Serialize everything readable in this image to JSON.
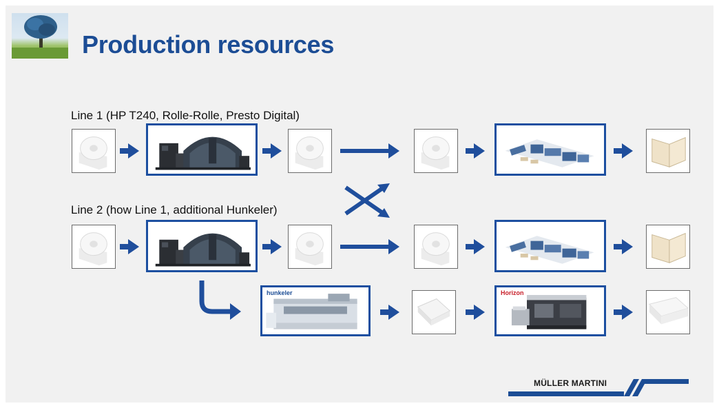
{
  "slide": {
    "title": "Production resources"
  },
  "line1": {
    "label": "Line 1 (HP T240, Rolle-Rolle, Presto Digital)"
  },
  "line2": {
    "label": "Line 2 (how Line 1, additional Hunkeler)"
  },
  "machines": {
    "hunkeler_brand": "hunkeler",
    "horizon_brand": "Horizon"
  },
  "logo": {
    "text": "MÜLLER MARTINI"
  },
  "colors": {
    "accent": "#1c4d95",
    "box_border": "#1c4fa0",
    "arrow": "#1f4e9c"
  }
}
